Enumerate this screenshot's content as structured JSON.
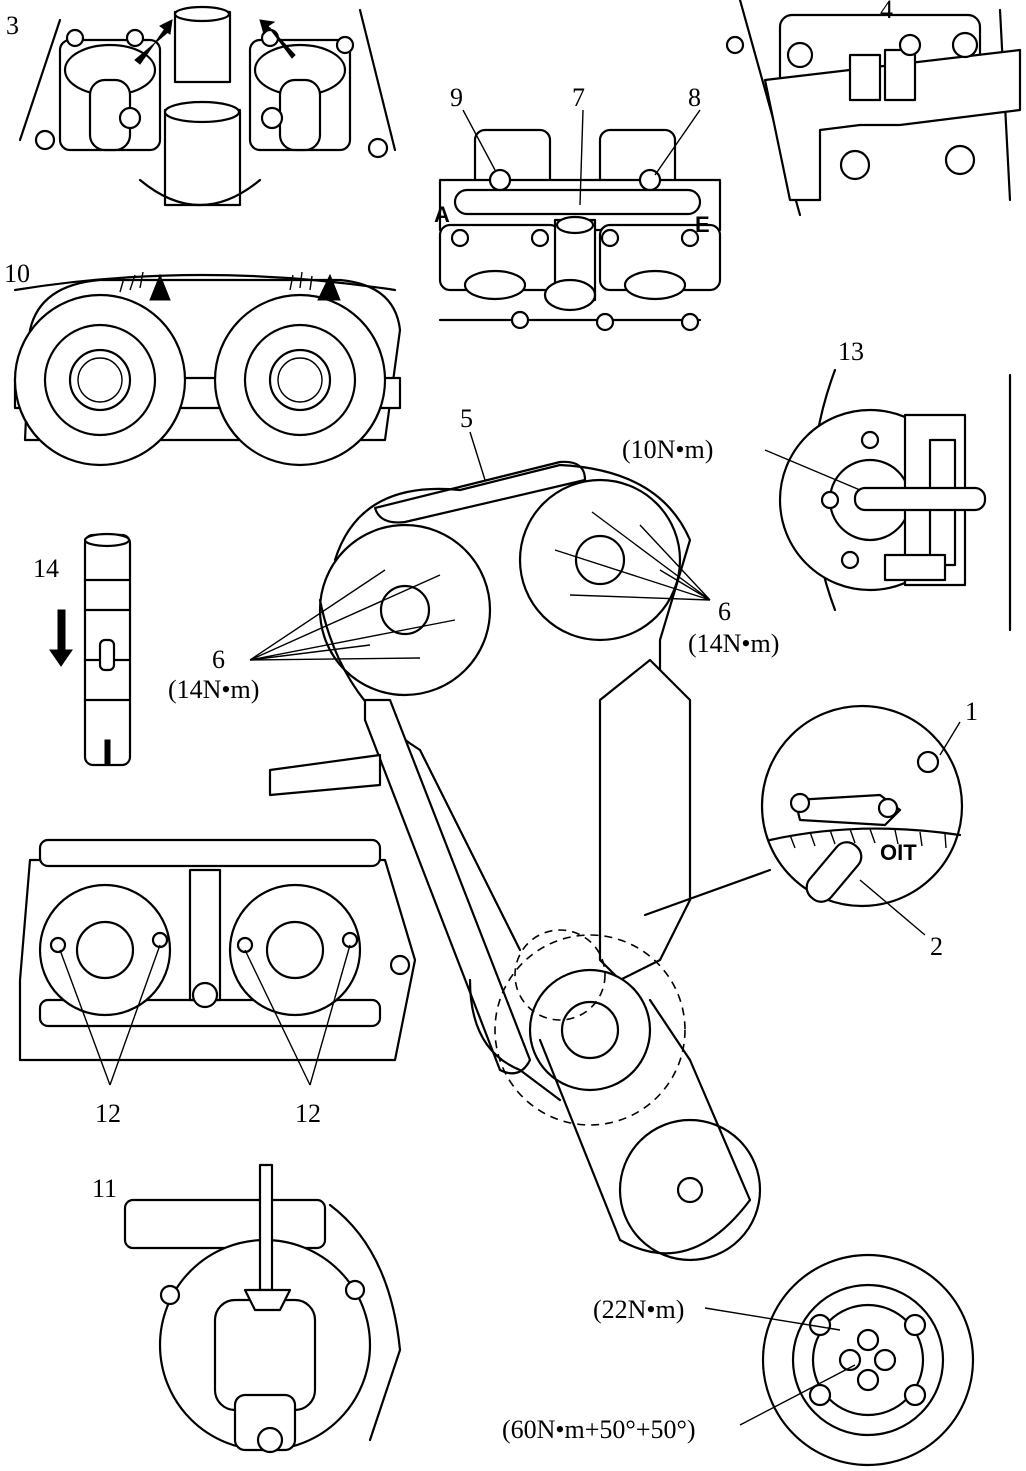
{
  "callouts": {
    "n1": "1",
    "n2": "2",
    "n3": "3",
    "n4": "4",
    "n5": "5",
    "n6a": "6",
    "n6b": "6",
    "n7": "7",
    "n8": "8",
    "n9": "9",
    "n10": "10",
    "n11": "11",
    "n12a": "12",
    "n12b": "12",
    "n13": "13",
    "n14": "14"
  },
  "torques": {
    "t10": "(10N•m)",
    "t14a": "(14N•m)",
    "t14b": "(14N•m)",
    "t22": "(22N•m)",
    "t60": "(60N•m+50°+50°)"
  },
  "marks": {
    "a": "A",
    "e": "E",
    "oit": "OIT"
  }
}
